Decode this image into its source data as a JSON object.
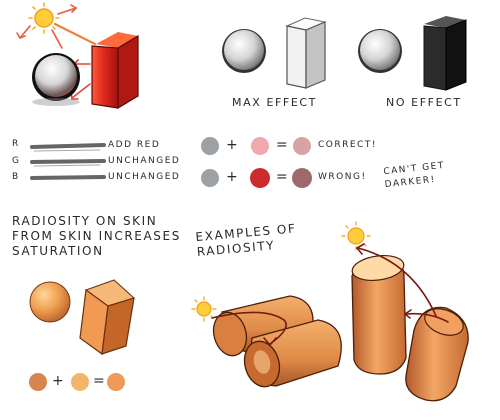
{
  "labels": {
    "max_effect": "Max Effect",
    "no_effect": "No Effect",
    "channel_r": "R",
    "channel_g": "G",
    "channel_b": "B",
    "add_red": "Add Red",
    "unchanged_g": "Unchanged",
    "unchanged_b": "Unchanged",
    "plus": "+",
    "equals": "=",
    "correct": "Correct!",
    "wrong": "Wrong!",
    "cant_get_darker": "Can't Get Darker!",
    "radiosity_title": "Radiosity on skin from skin increases saturation",
    "examples_title": "Examples of Radiosity"
  },
  "colors": {
    "sun": "#ffcc3a",
    "red_block": "#d62a1e",
    "white_block": "#f2f2f2",
    "black_block": "#2b2b2b",
    "gray_swatch": "#9da0a4",
    "pink_swatch": "#f0a9ae",
    "correct_swatch": "#d7a3a6",
    "red_swatch": "#cc2c2c",
    "wrong_swatch": "#9c6a6d",
    "skin_swatch": "#d8844e",
    "skin_light_swatch": "#f3b56b",
    "skin_result_swatch": "#f09a5a",
    "arrow_red": "#e0453a"
  },
  "icons": [
    "sun-icon",
    "bounce-arrow-icon"
  ]
}
